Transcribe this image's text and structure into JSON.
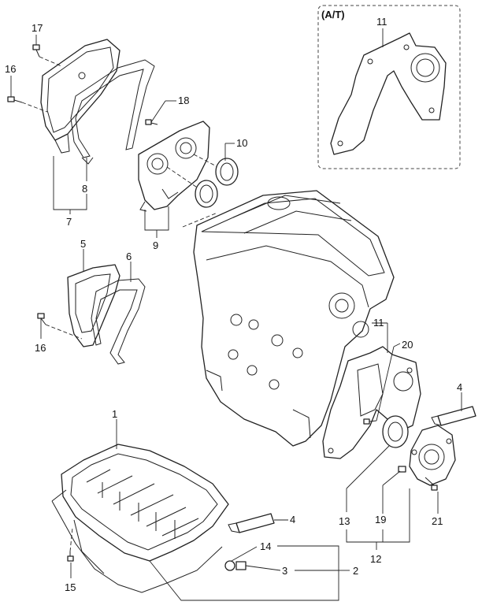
{
  "inset": {
    "title": "(A/T)"
  },
  "callouts": [
    {
      "id": "c1",
      "text": "1"
    },
    {
      "id": "c2",
      "text": "2"
    },
    {
      "id": "c3",
      "text": "3"
    },
    {
      "id": "c4a",
      "text": "4"
    },
    {
      "id": "c4b",
      "text": "4"
    },
    {
      "id": "c5",
      "text": "5"
    },
    {
      "id": "c6",
      "text": "6"
    },
    {
      "id": "c7",
      "text": "7"
    },
    {
      "id": "c8",
      "text": "8"
    },
    {
      "id": "c9",
      "text": "9"
    },
    {
      "id": "c10",
      "text": "10"
    },
    {
      "id": "c11a",
      "text": "11"
    },
    {
      "id": "c11b",
      "text": "11"
    },
    {
      "id": "c12",
      "text": "12"
    },
    {
      "id": "c13",
      "text": "13"
    },
    {
      "id": "c14",
      "text": "14"
    },
    {
      "id": "c15",
      "text": "15"
    },
    {
      "id": "c16a",
      "text": "16"
    },
    {
      "id": "c16b",
      "text": "16"
    },
    {
      "id": "c17",
      "text": "17"
    },
    {
      "id": "c18",
      "text": "18"
    },
    {
      "id": "c19",
      "text": "19"
    },
    {
      "id": "c20",
      "text": "20"
    },
    {
      "id": "c21",
      "text": "21"
    }
  ]
}
